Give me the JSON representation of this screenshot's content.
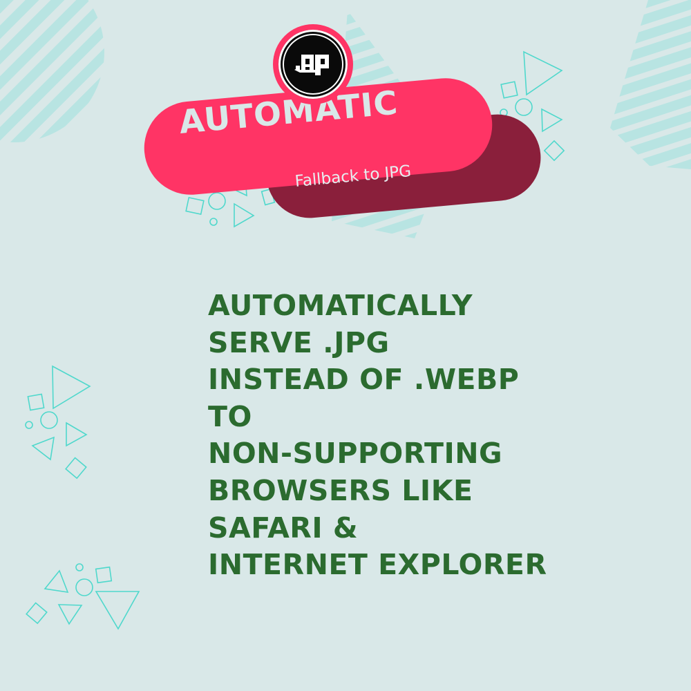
{
  "colors": {
    "background": "#d9e8e8",
    "stripe": "#b8e4e2",
    "outline_shape": "#4fd8cc",
    "pill_primary": "#ff3465",
    "pill_secondary": "#8a1f3b",
    "logo_bg": "#0a0a0a",
    "body_text": "#2b6b2f",
    "pill_text": "#d9e8e8"
  },
  "logo": {
    "text": ".ap",
    "icon": "ap-logo-icon"
  },
  "header": {
    "title": "AUTOMATIC",
    "subtitle": "Fallback to JPG"
  },
  "body": {
    "lines": [
      "AUTOMATICALLY",
      "SERVE .JPG",
      "INSTEAD OF .WEBP",
      "TO",
      "NON-SUPPORTING",
      "BROWSERS LIKE",
      "SAFARI &",
      "INTERNET EXPLORER"
    ]
  }
}
